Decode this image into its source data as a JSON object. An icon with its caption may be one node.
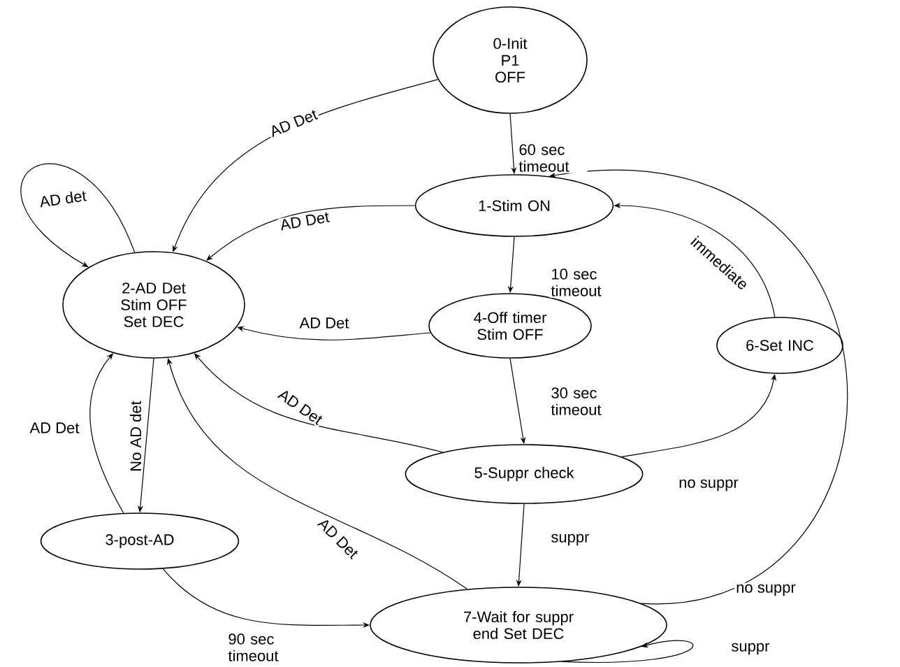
{
  "diagram": {
    "nodes": [
      {
        "text": [
          "0-Init P1 OFF"
        ]
      },
      {
        "text": [
          "1-Stim ON"
        ]
      },
      {
        "text": [
          "2-AD Det Stim OFF Set DEC"
        ]
      },
      {
        "text": [
          "4-Off timer Stim OFF"
        ]
      },
      {
        "text": [
          "6-Set INC"
        ]
      },
      {
        "text": [
          "5-Suppr check"
        ]
      },
      {
        "text": [
          "3-post-AD"
        ]
      },
      {
        "text": [
          "7-Wait for suppr end Set DEC"
        ]
      }
    ],
    "edges": [
      {
        "from": 0,
        "to": 2,
        "arrow": "to",
        "label": "AD Det"
      },
      {
        "from": 0,
        "to": 1,
        "arrow": "to",
        "label": "60 sec timeout"
      },
      {
        "from": 2,
        "to": 2,
        "arrow": "to",
        "label": "AD det"
      },
      {
        "from": 1,
        "to": 2,
        "arrow": "to",
        "label": "AD Det"
      },
      {
        "from": 1,
        "to": 3,
        "arrow": "to",
        "label": "10 sec timeout"
      },
      {
        "from": 3,
        "to": 2,
        "arrow": "to",
        "label": "AD Det"
      },
      {
        "from": 3,
        "to": 5,
        "arrow": "to",
        "label": "30 sec timeout"
      },
      {
        "from": 5,
        "to": 2,
        "arrow": "to",
        "label": "AD Det"
      },
      {
        "from": 5,
        "to": 4,
        "arrow": "to",
        "label": "no suppr"
      },
      {
        "from": 4,
        "to": 1,
        "arrow": "to",
        "label": "immediate"
      },
      {
        "from": 5,
        "to": 7,
        "arrow": "to",
        "label": "suppr"
      },
      {
        "from": 2,
        "to": 6,
        "arrow": "to",
        "label": "No AD det"
      },
      {
        "from": 6,
        "to": 2,
        "arrow": "to",
        "label": "AD Det"
      },
      {
        "from": 6,
        "to": 7,
        "arrow": "to",
        "label": "90 sec timeout"
      },
      {
        "from": 7,
        "to": 2,
        "arrow": "to",
        "label": "AD Det"
      },
      {
        "from": 7,
        "to": 1,
        "arrow": "to",
        "label": "no suppr"
      },
      {
        "from": 7,
        "to": 7,
        "arrow": "to",
        "label": "suppr"
      }
    ]
  }
}
